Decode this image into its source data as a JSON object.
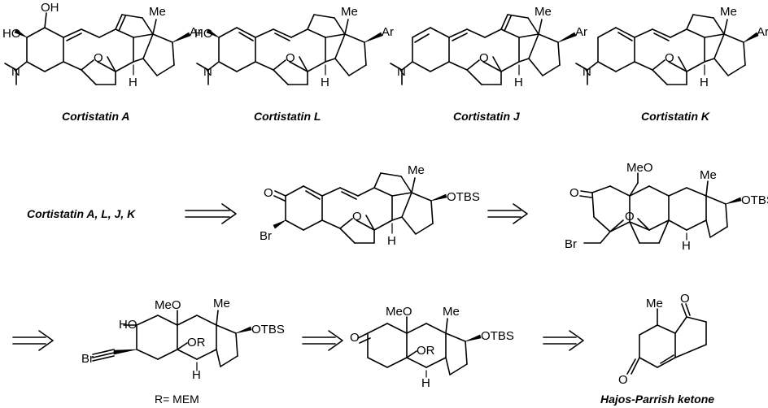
{
  "atoms": {
    "OH": "OH",
    "HO": "HO",
    "Me": "Me",
    "Ar": "Ar",
    "O": "O",
    "H": "H",
    "N": "N",
    "OTBS": "OTBS",
    "Br": "Br",
    "MeO": "MeO",
    "OR": "OR"
  },
  "captions": {
    "cortistatin_a": "Cortistatin A",
    "cortistatin_l": "Cortistatin L",
    "cortistatin_j": "Cortistatin J",
    "cortistatin_k": "Cortistatin K",
    "targets": "Cortistatin A, L, J, K",
    "r_definition": "R= MEM",
    "hajos_parrish": "Hajos-Parrish ketone"
  },
  "colors": {
    "ink": "#000000",
    "background": "#ffffff"
  }
}
